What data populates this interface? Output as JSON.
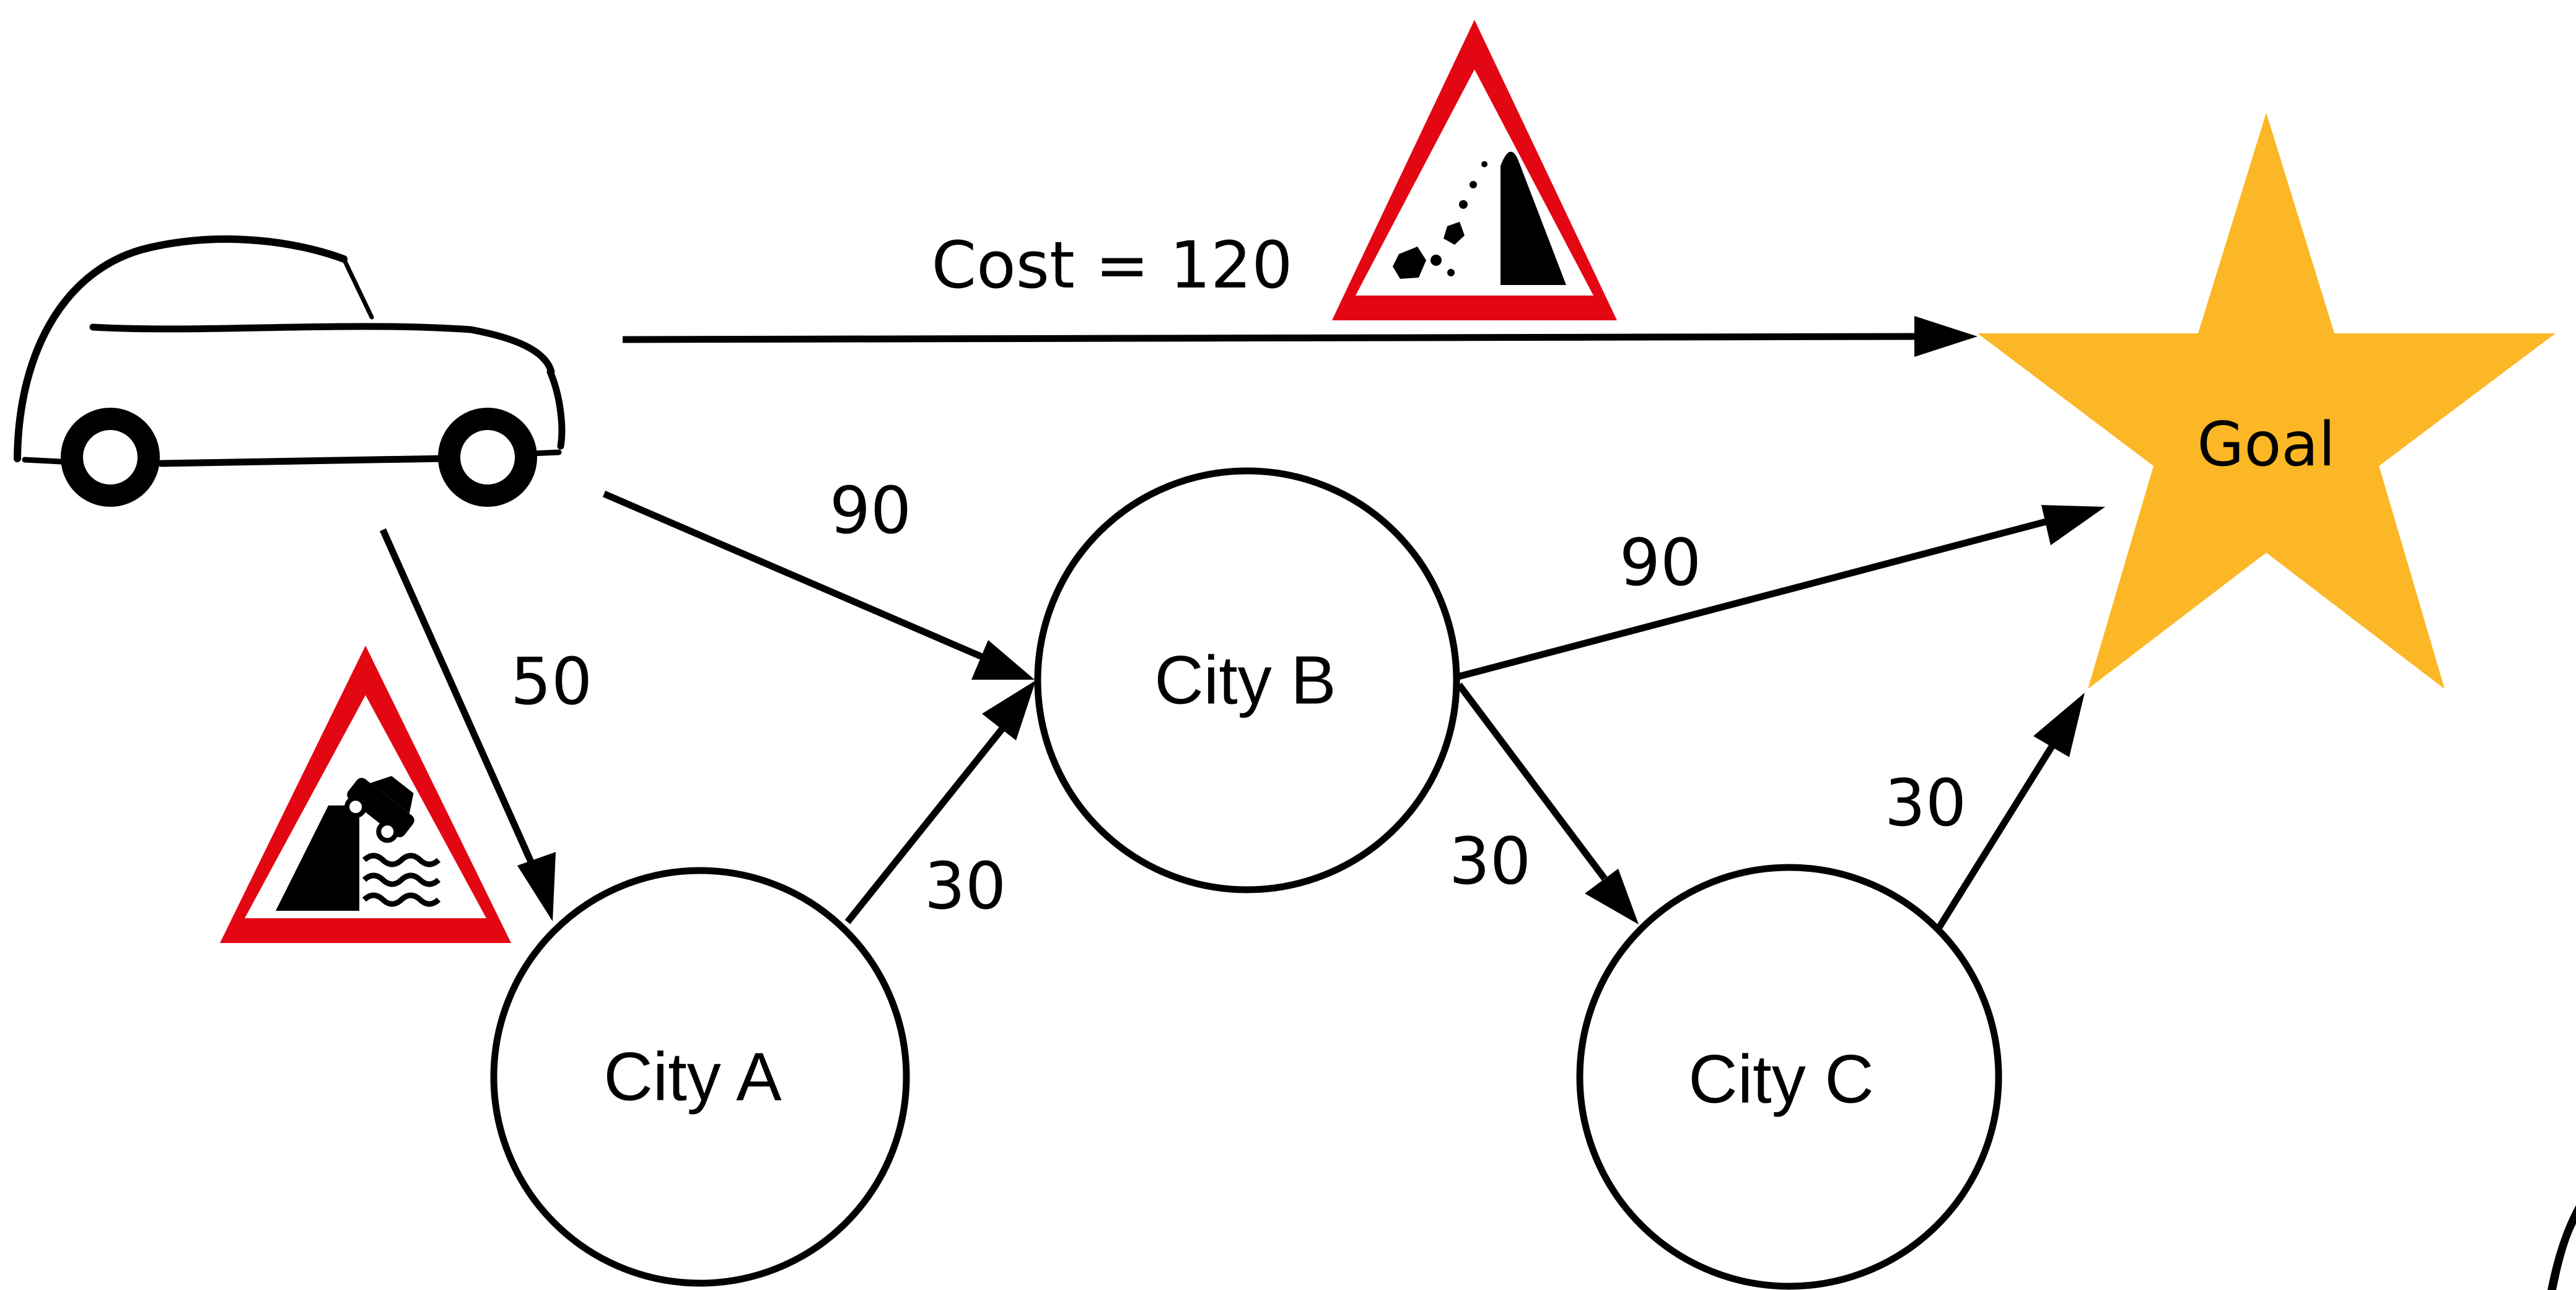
{
  "colors": {
    "star": "#FBB725",
    "sign_border": "#E30613",
    "line": "#000000"
  },
  "icons": {
    "vehicle": "car-icon",
    "direct_route_hazard": "falling-rocks-sign-icon",
    "city_a_route_hazard": "car-into-water-sign-icon"
  },
  "nodes": {
    "city_a": "City A",
    "city_b": "City B",
    "city_c": "City C",
    "goal": "Goal"
  },
  "edges": {
    "start_goal": "Cost = 120",
    "start_city_a": "50",
    "start_city_b": "90",
    "city_a_city_b": "30",
    "city_b_goal": "90",
    "city_b_city_c": "30",
    "city_c_goal": "30"
  }
}
